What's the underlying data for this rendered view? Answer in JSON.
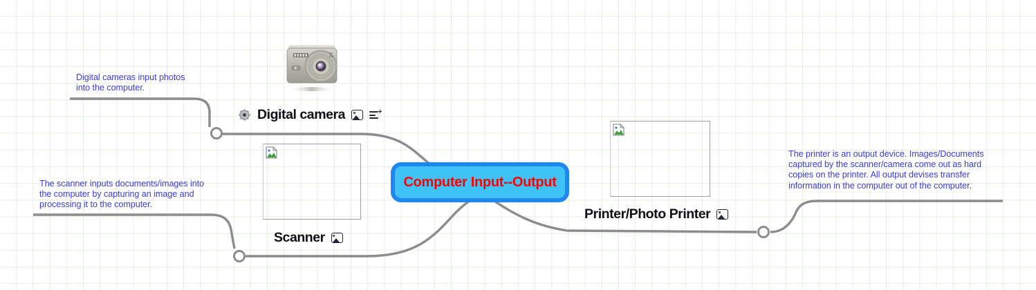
{
  "canvas": {
    "title": "Computer Input--Output concept map",
    "grid": true,
    "grid_color": "#e4efdf",
    "background": "#ffffff"
  },
  "center_node": {
    "label": "Computer Input--Output",
    "text_color": "#ff0000",
    "fill_color": "#3fc3f7",
    "border_color": "#1e88f0"
  },
  "annotations": [
    {
      "id": "camera-note",
      "text": "Digital cameras input photos\ninto the computer.",
      "color": "#3b3bd6"
    },
    {
      "id": "scanner-note",
      "text": "The scanner inputs documents/images into\nthe computer by capturing an image and\nprocessing it to the computer.",
      "color": "#3b3bd6"
    },
    {
      "id": "printer-note",
      "text": "The printer is an output device.  Images/Documents\ncaptured by the scanner/camera come out as hard\ncopies on the printer.  All output devises transfer\ninformation in the computer out of the computer.",
      "color": "#3b3bd6"
    }
  ],
  "devices": [
    {
      "id": "digital-camera",
      "label": "Digital camera",
      "icons": [
        "gear-icon",
        "image-icon",
        "add-to-list-icon"
      ],
      "media": "digital-camera-photo"
    },
    {
      "id": "scanner",
      "label": "Scanner",
      "icons": [
        "image-icon"
      ],
      "media": "broken-image-placeholder"
    },
    {
      "id": "printer",
      "label": "Printer/Photo Printer",
      "icons": [
        "image-icon"
      ],
      "media": "broken-image-placeholder"
    }
  ],
  "connectors": {
    "line_color": "#8c8c8c",
    "junction_count": 3
  }
}
